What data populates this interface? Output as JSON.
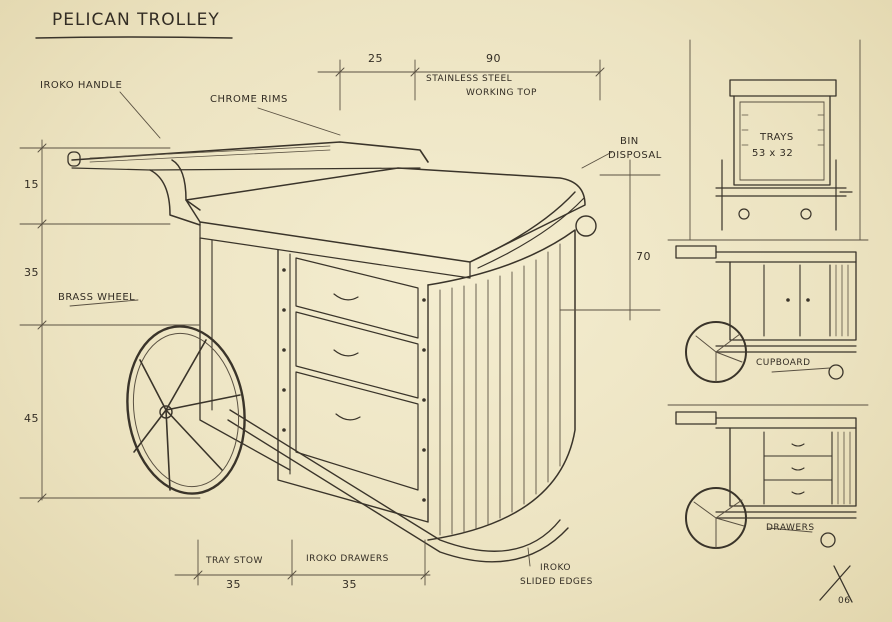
{
  "title": "PELICAN TROLLEY",
  "labels": {
    "iroko_handle": "IROKO HANDLE",
    "chrome_rims": "CHROME RIMS",
    "stainless_top_1": "STAINLESS STEEL",
    "stainless_top_2": "WORKING TOP",
    "bin_1": "BIN",
    "bin_2": "DISPOSAL",
    "brass_wheel": "BRASS WHEEL",
    "trays_1": "TRAYS",
    "trays_2": "53 x 32",
    "cupboard": "CUPBOARD",
    "drawers": "DRAWERS",
    "tray_stow": "TRAY STOW",
    "iroko_drawers": "IROKO DRAWERS",
    "iroko_sides_1": "IROKO",
    "iroko_sides_2": "SLIDED EDGES",
    "signature": "06"
  },
  "dimensions": {
    "top_25": "25",
    "top_90": "90",
    "left_15": "15",
    "left_35": "35",
    "left_45": "45",
    "right_70": "70",
    "bottom_35a": "35",
    "bottom_35b": "35"
  },
  "colors": {
    "paper": "#efe7c7",
    "ink": "#3a342a"
  }
}
